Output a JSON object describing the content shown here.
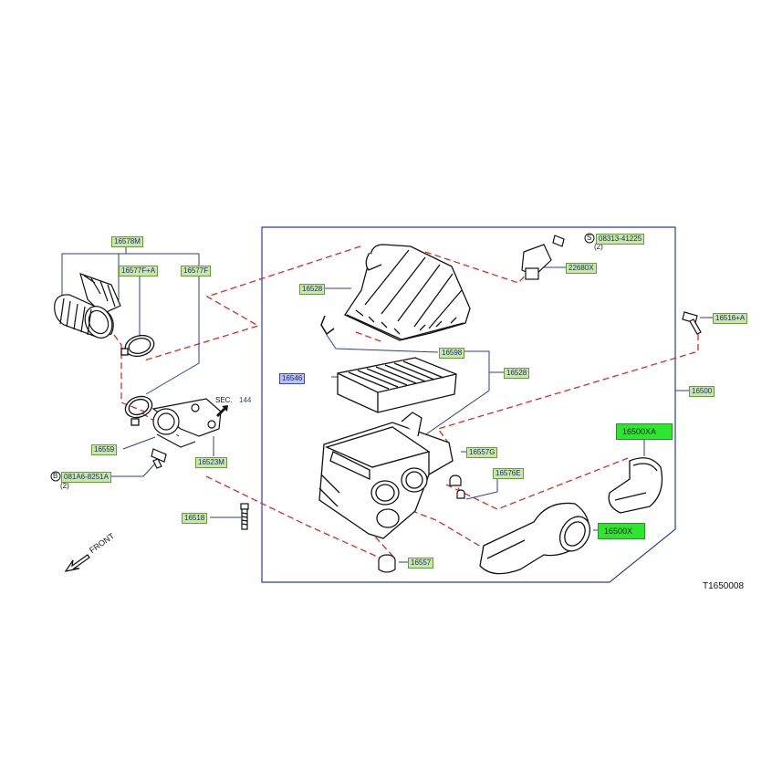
{
  "diagram": {
    "figure_code": "T1650008",
    "front_label": "FRONT",
    "section_ref": {
      "prefix": "SEC.",
      "number": "144"
    },
    "qty_note_s": "(2)",
    "qty_note_b": "(2)",
    "circle_s": "S",
    "circle_b": "B",
    "part_labels": {
      "p16578m": "16578M",
      "p16577fa": "16577F+A",
      "p16577f": "16577F",
      "p16559": "16559",
      "p16523m": "16523M",
      "p081a6": "081A6-8251A",
      "p16518": "16518",
      "p16528_top": "16528",
      "p16598": "16598",
      "p16546": "16546",
      "p16528_right": "16528",
      "p16557g": "16557G",
      "p16576e": "16576E",
      "p16557": "16557",
      "p08313": "08313-41225",
      "p22680x": "22680X",
      "p16516a": "16516+A",
      "p16500": "16500",
      "p16500xa": "16500XA",
      "p16500x": "16500X"
    }
  },
  "colors": {
    "leader_blue": "#2a3e9c",
    "dash_red": "#e52626",
    "label_green": "#c9e8a8",
    "label_blue": "#b9c3f2",
    "highlight_green": "#2ee62e"
  }
}
